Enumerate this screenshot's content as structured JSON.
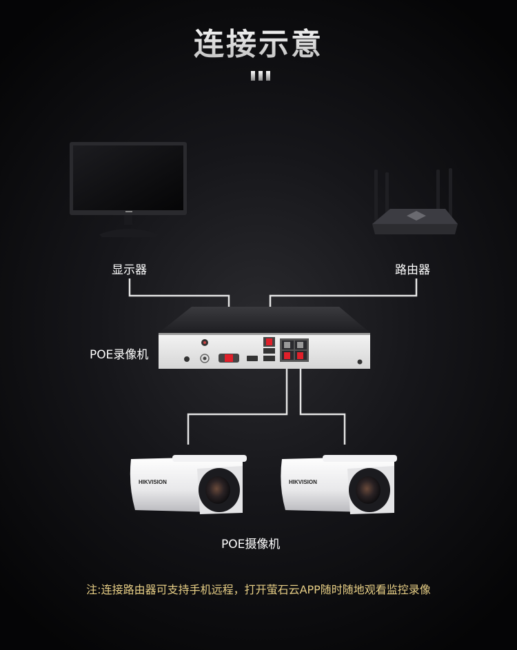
{
  "title": "连接示意",
  "labels": {
    "monitor": "显示器",
    "router": "路由器",
    "nvr": "POE录像机",
    "camera": "POE摄像机"
  },
  "camera_brand": "HIKVISION",
  "note": "注:连接路由器可支持手机远程，打开萤石云APP随时随地观看监控录像",
  "colors": {
    "background": "#0c0c0e",
    "title_gradient_top": "#ffffff",
    "note": "#e8cf86",
    "connector_line": "#e6e6e6",
    "port_highlight": "#e0202a"
  }
}
